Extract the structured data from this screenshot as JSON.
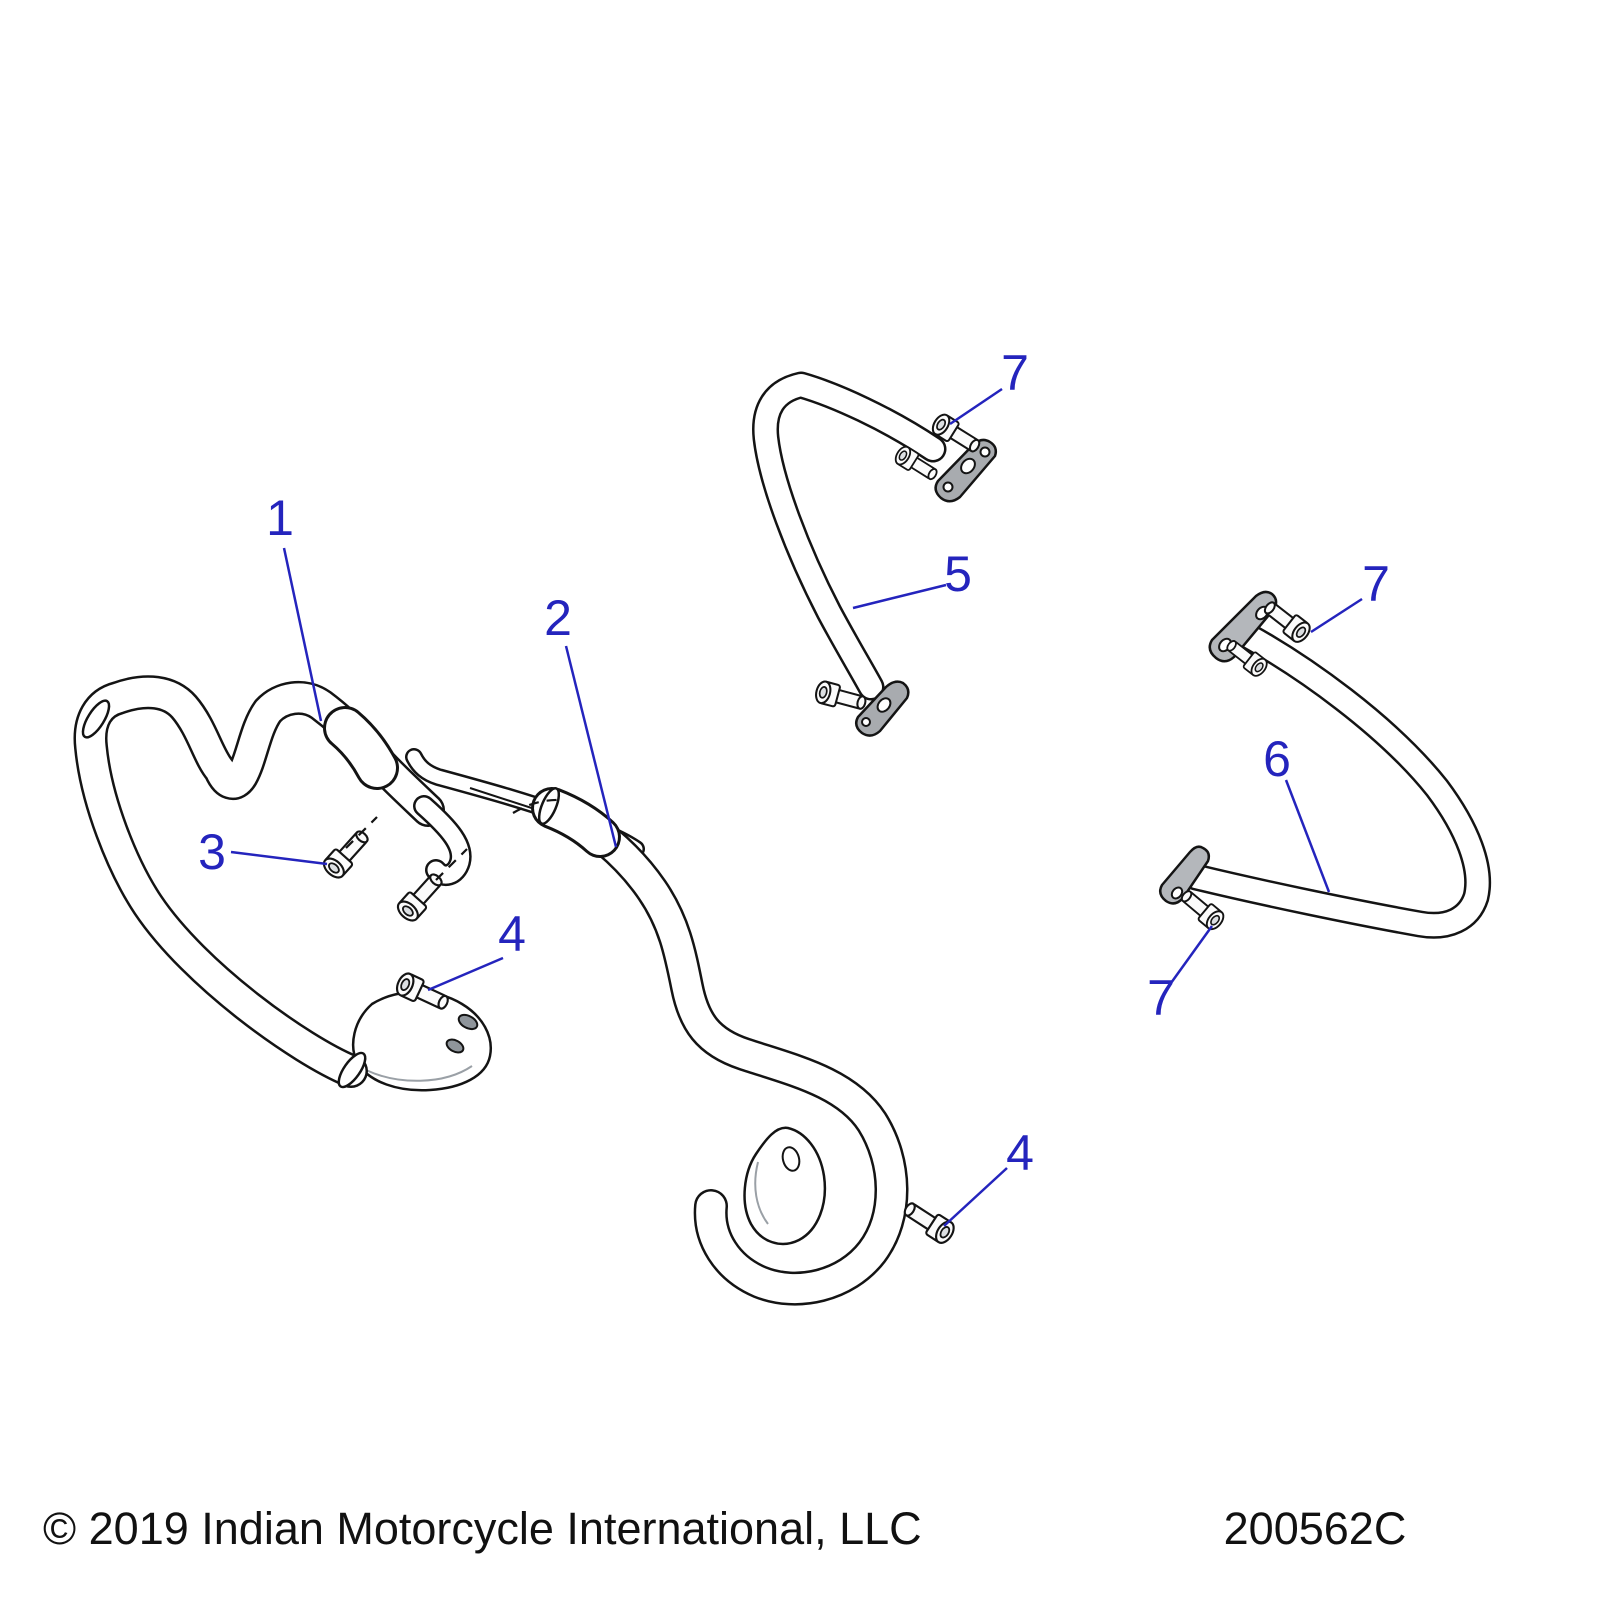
{
  "diagram": {
    "background_color": "#ffffff",
    "callout_color": "#2424bd",
    "line_color": "#141414",
    "flange_color": "#a8abaf",
    "callouts": [
      {
        "ref": "1"
      },
      {
        "ref": "2"
      },
      {
        "ref": "3"
      },
      {
        "ref": "4"
      },
      {
        "ref": "4"
      },
      {
        "ref": "5"
      },
      {
        "ref": "6"
      },
      {
        "ref": "7"
      },
      {
        "ref": "7"
      },
      {
        "ref": "7"
      }
    ],
    "footer": {
      "copyright": "© 2019 Indian Motorcycle International, LLC",
      "drawing_number": "200562C"
    }
  }
}
